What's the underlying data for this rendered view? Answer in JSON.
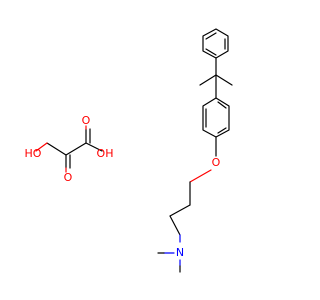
{
  "labels": {
    "phenoxy_o": "O",
    "amine_n": "N",
    "oxalic_o_carbonyl_left": "O",
    "oxalic_o_carbonyl_right": "O",
    "oxalic_o_hydroxyl_left": "HO",
    "oxalic_o_hydroxyl_right": "OH"
  },
  "colors": {
    "bond": "#000000",
    "oxygen": "#ff0000",
    "nitrogen": "#0000ff",
    "background": "#ffffff"
  }
}
